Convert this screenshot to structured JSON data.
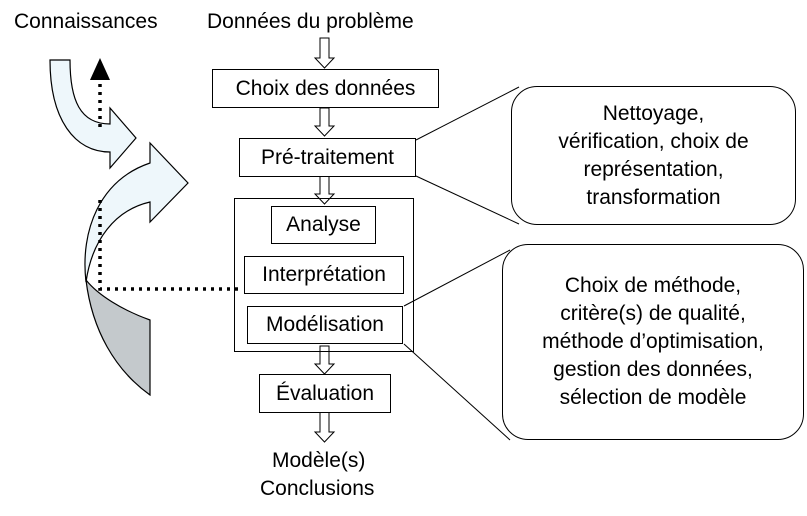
{
  "top": {
    "knowledge_label": "Connaissances",
    "input_label": "Données du problème"
  },
  "steps": {
    "selection": "Choix des données",
    "preprocessing": "Pré-traitement",
    "analysis": "Analyse",
    "interpretation": "Interprétation",
    "modeling": "Modélisation",
    "evaluation": "Évaluation"
  },
  "output": {
    "line1": "Modèle(s)",
    "line2": "Conclusions"
  },
  "callouts": {
    "preprocessing": [
      "Nettoyage,",
      "vérification, choix de",
      "représentation,",
      "transformation"
    ],
    "modeling": [
      "Choix de méthode,",
      "critère(s) de qualité,",
      "méthode d’optimisation,",
      "gestion des données,",
      "sélection de modèle"
    ]
  },
  "colors": {
    "curved_arrow_light": "#eef7fb",
    "curved_arrow_shadow": "#c4c9cc",
    "flow_arrow": "#ffffff"
  }
}
